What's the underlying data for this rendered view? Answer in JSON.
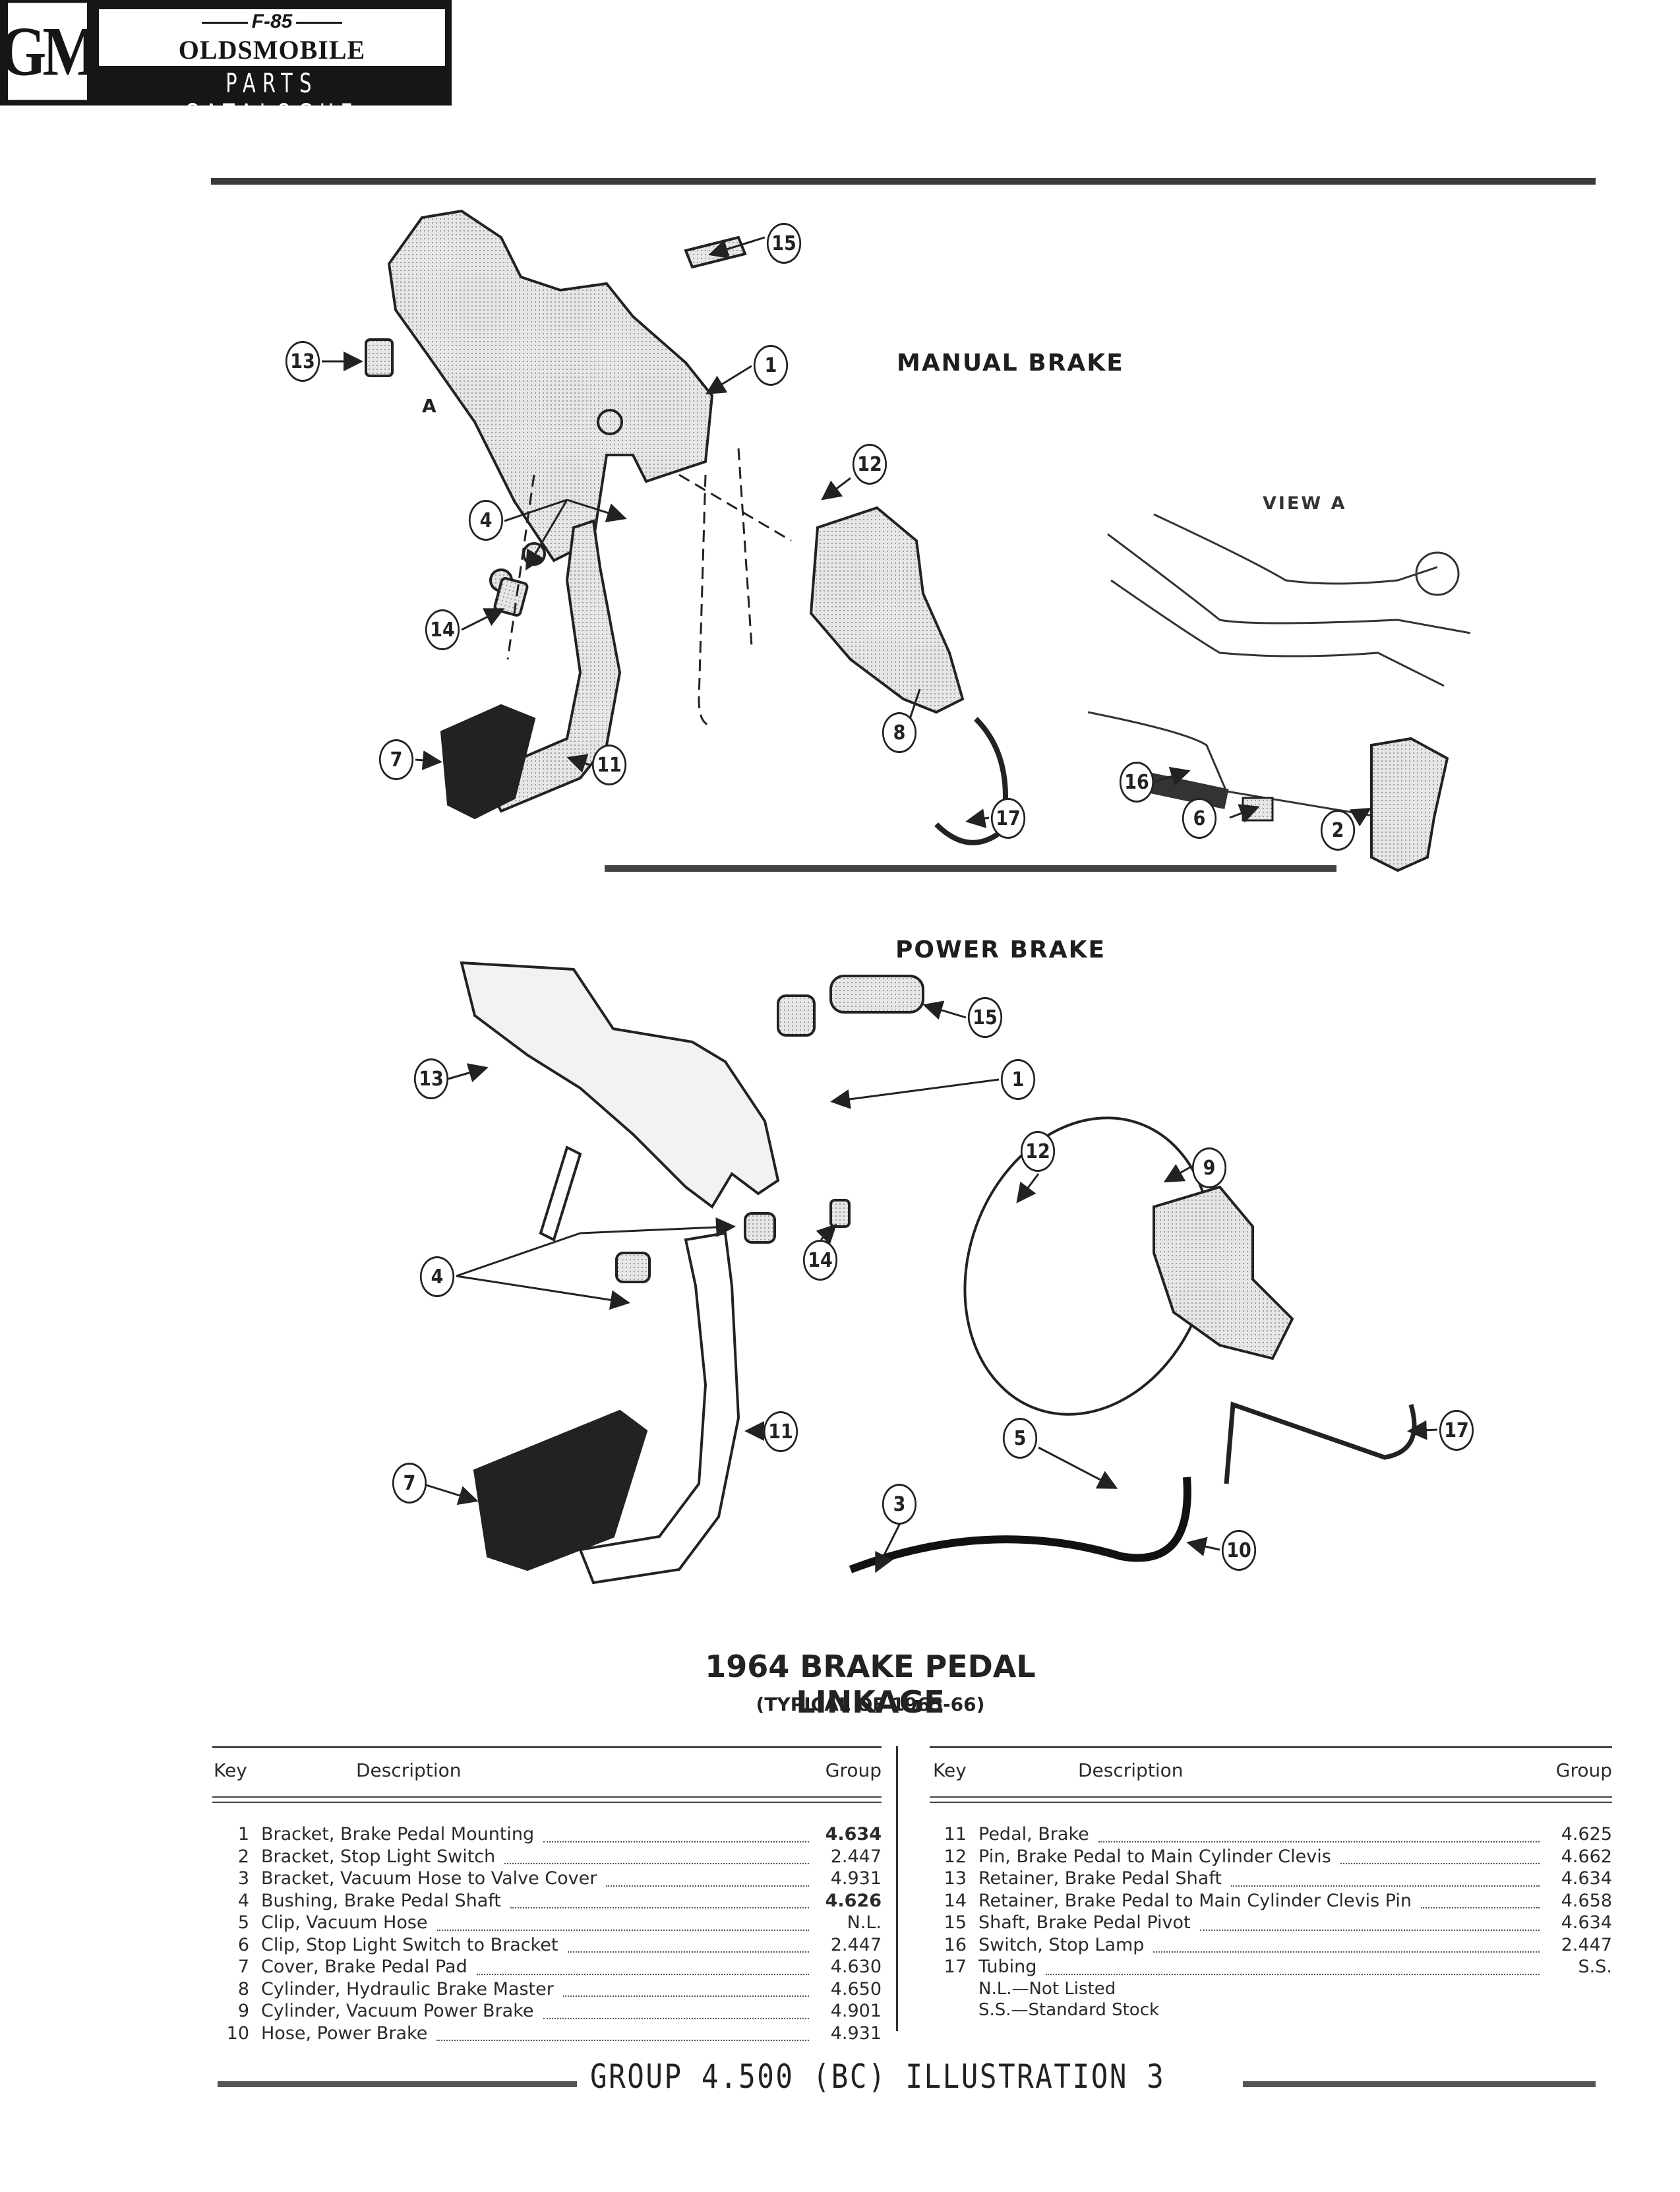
{
  "header": {
    "logo": "GM",
    "model": "F-85",
    "brand": "OLDSMOBILE",
    "catalogue": "PARTS CATALOGUE"
  },
  "sections": {
    "manual": "MANUAL BRAKE",
    "view_a": "VIEW A",
    "power": "POWER BRAKE"
  },
  "callouts": {
    "manual": [
      "15",
      "13",
      "1",
      "12",
      "4",
      "14",
      "8",
      "7",
      "11",
      "17"
    ],
    "view_a": [
      "16",
      "6",
      "2"
    ],
    "power": [
      "15",
      "13",
      "1",
      "12",
      "9",
      "4",
      "14",
      "11",
      "5",
      "17",
      "7",
      "3",
      "10"
    ]
  },
  "diagram_letters": {
    "a_marker": "A"
  },
  "title": {
    "main": "1964 BRAKE PEDAL LINKAGE",
    "sub": "(TYPICAL OF 1965-66)"
  },
  "parts_table": {
    "columns": {
      "key": "Key",
      "description": "Description",
      "group": "Group"
    },
    "left": [
      {
        "key": "1",
        "description": "Bracket, Brake Pedal Mounting",
        "group": "4.634"
      },
      {
        "key": "2",
        "description": "Bracket, Stop Light Switch",
        "group": "2.447"
      },
      {
        "key": "3",
        "description": "Bracket, Vacuum Hose to Valve Cover",
        "group": "4.931"
      },
      {
        "key": "4",
        "description": "Bushing, Brake Pedal Shaft",
        "group": "4.626"
      },
      {
        "key": "5",
        "description": "Clip, Vacuum Hose",
        "group": "N.L."
      },
      {
        "key": "6",
        "description": "Clip, Stop Light Switch to Bracket",
        "group": "2.447"
      },
      {
        "key": "7",
        "description": "Cover, Brake Pedal Pad",
        "group": "4.630"
      },
      {
        "key": "8",
        "description": "Cylinder, Hydraulic Brake Master",
        "group": "4.650"
      },
      {
        "key": "9",
        "description": "Cylinder, Vacuum Power Brake",
        "group": "4.901"
      },
      {
        "key": "10",
        "description": "Hose, Power Brake",
        "group": "4.931"
      }
    ],
    "right": [
      {
        "key": "11",
        "description": "Pedal, Brake",
        "group": "4.625"
      },
      {
        "key": "12",
        "description": "Pin, Brake Pedal to Main Cylinder Clevis",
        "group": "4.662"
      },
      {
        "key": "13",
        "description": "Retainer, Brake Pedal Shaft",
        "group": "4.634"
      },
      {
        "key": "14",
        "description": "Retainer, Brake Pedal to Main Cylinder Clevis Pin",
        "group": "4.658"
      },
      {
        "key": "15",
        "description": "Shaft, Brake Pedal Pivot",
        "group": "4.634"
      },
      {
        "key": "16",
        "description": "Switch, Stop Lamp",
        "group": "2.447"
      },
      {
        "key": "17",
        "description": "Tubing",
        "group": "S.S."
      }
    ],
    "notes": [
      "N.L.—Not Listed",
      "S.S.—Standard Stock"
    ]
  },
  "footer": {
    "text": "GROUP 4.500 (BC)   ILLUSTRATION 3"
  }
}
